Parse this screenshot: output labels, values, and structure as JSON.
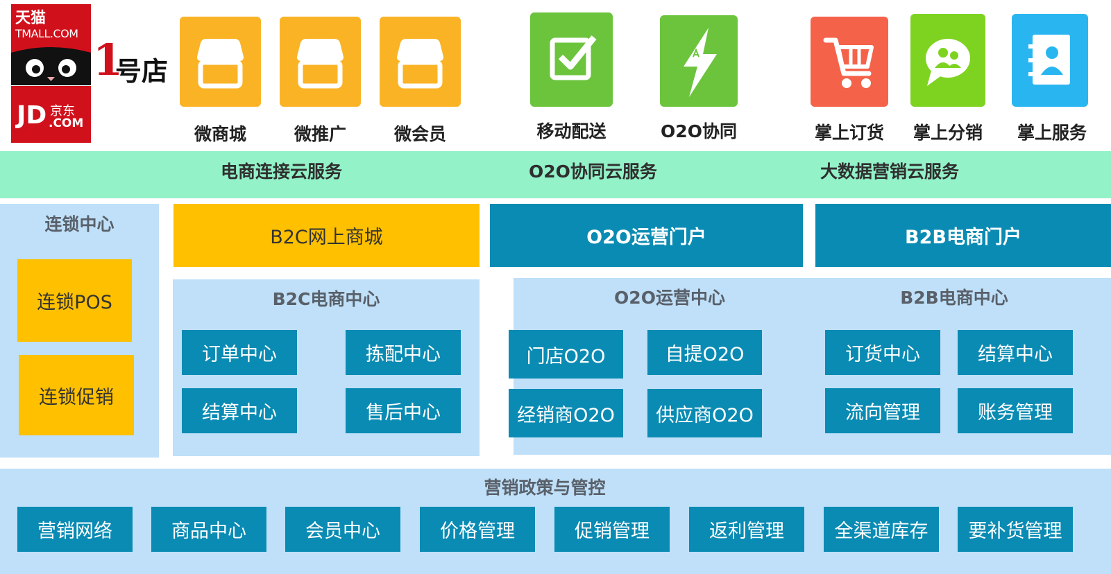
{
  "logos": {
    "tmall_cn": "天猫",
    "tmall_en": "TMALL.COM",
    "jd_letters": "JD",
    "jd_cn": "京东",
    "jd_com": ".COM",
    "yhd_digit": "1",
    "yhd_text": "号店"
  },
  "top_tiles": [
    {
      "label": "微商城",
      "color": "#fbb326",
      "icon": "store-icon"
    },
    {
      "label": "微推广",
      "color": "#fbb326",
      "icon": "store-icon"
    },
    {
      "label": "微会员",
      "color": "#fbb326",
      "icon": "store-icon"
    },
    {
      "label": "移动配送",
      "color": "#6cc43d",
      "icon": "checkbox-icon"
    },
    {
      "label": "O2O协同",
      "color": "#6cc43d",
      "icon": "lightning-icon"
    },
    {
      "label": "掌上订货",
      "color": "#f4624a",
      "icon": "cart-icon"
    },
    {
      "label": "掌上分销",
      "color": "#7ed321",
      "icon": "chat-users-icon"
    },
    {
      "label": "掌上服务",
      "color": "#29b6f0",
      "icon": "contact-book-icon"
    }
  ],
  "cloud_services": [
    "电商连接云服务",
    "O2O协同云服务",
    "大数据营销云服务"
  ],
  "chain_center": {
    "title": "连锁中心",
    "items": [
      "连锁POS",
      "连锁促销"
    ]
  },
  "portals": [
    "B2C网上商城",
    "O2O运营门户",
    "B2B电商门户"
  ],
  "b2c_center": {
    "title": "B2C电商中心",
    "items": [
      "订单中心",
      "拣配中心",
      "结算中心",
      "售后中心"
    ]
  },
  "o2o_center": {
    "title": "O2O运营中心",
    "items": [
      "门店O2O",
      "自提O2O",
      "经销商O2O",
      "供应商O2O"
    ]
  },
  "b2b_center": {
    "title": "B2B电商中心",
    "items": [
      "订货中心",
      "结算中心",
      "流向管理",
      "账务管理"
    ]
  },
  "marketing": {
    "title": "营销政策与管控",
    "items": [
      "营销网络",
      "商品中心",
      "会员中心",
      "价格管理",
      "促销管理",
      "返利管理",
      "全渠道库存",
      "要补货管理"
    ]
  },
  "colors": {
    "cloud": "#93f2c8",
    "panel": "#bfe0f8",
    "yellow": "#ffc000",
    "teal": "#0a8bb3"
  }
}
